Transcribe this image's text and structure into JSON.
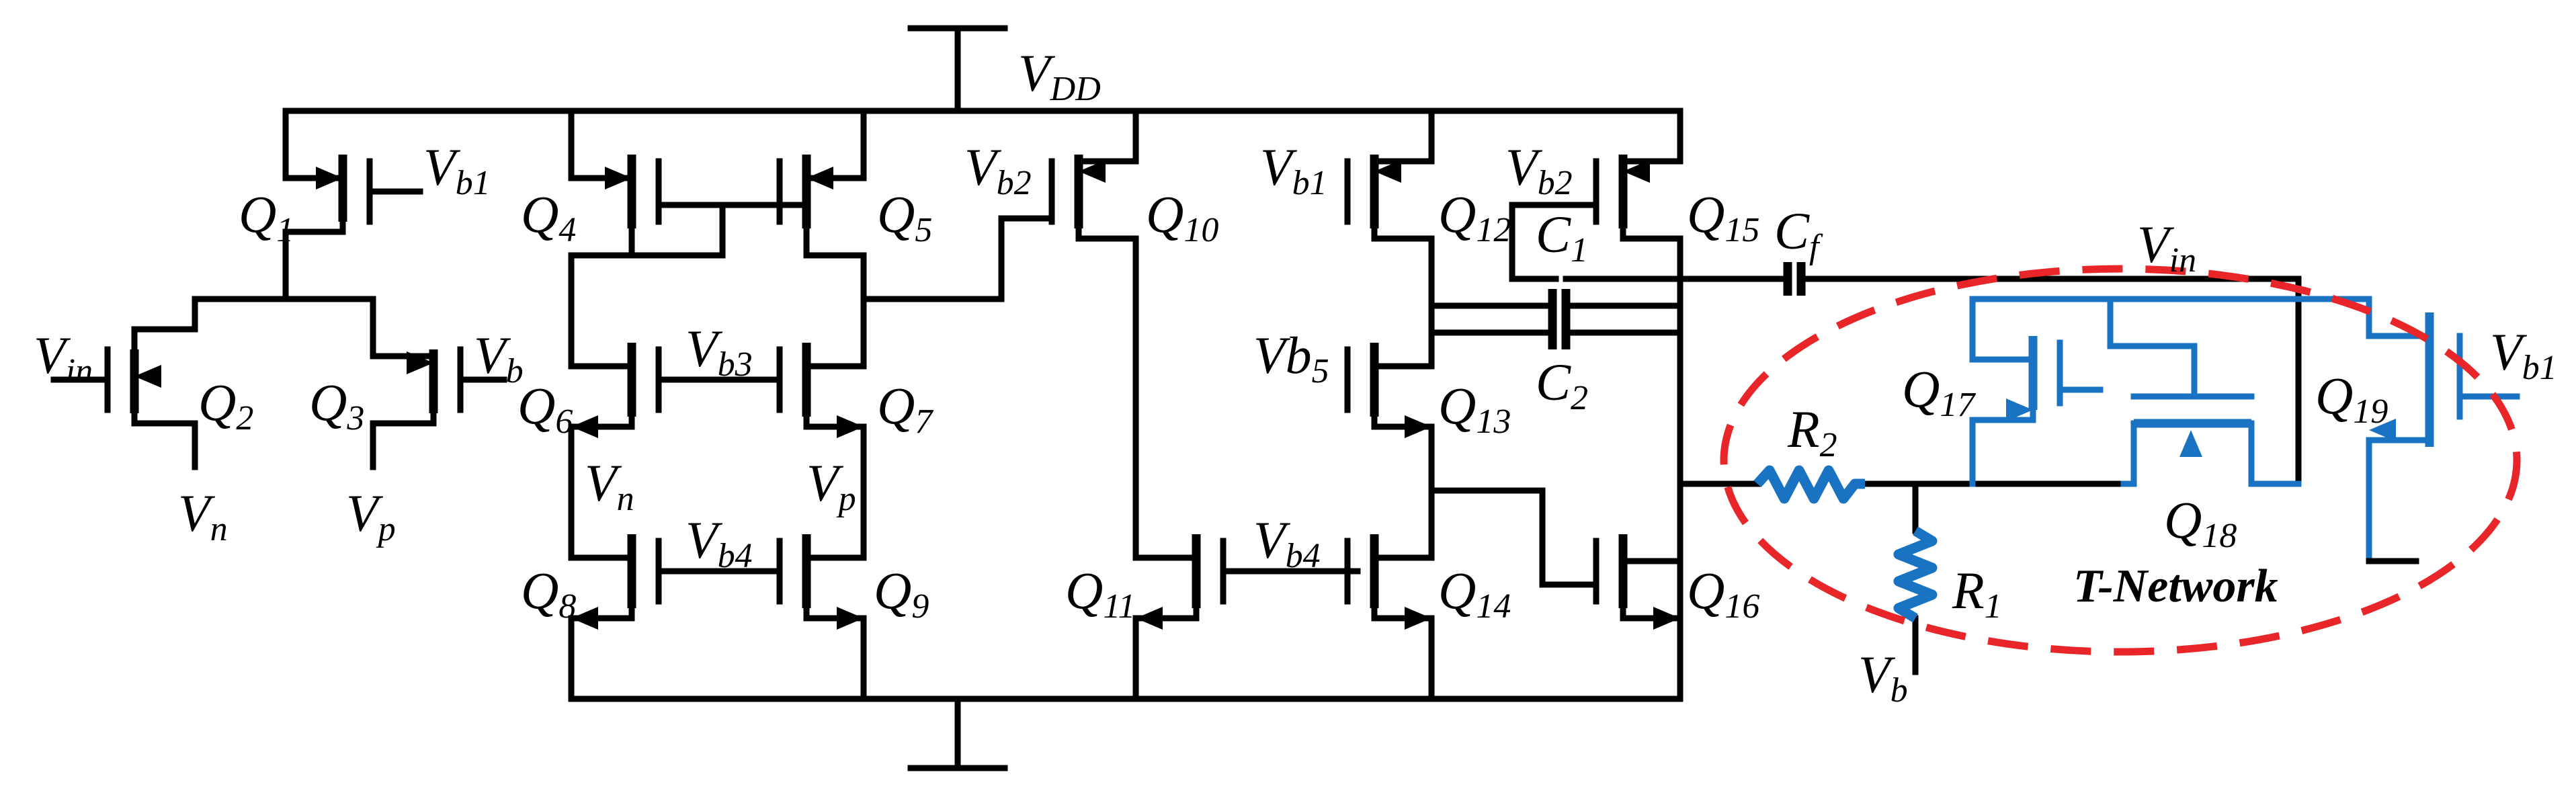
{
  "supply": {
    "vdd": {
      "main": "V",
      "sub": "DD"
    }
  },
  "transistors": [
    {
      "id": "q1",
      "main": "Q",
      "sub": "1"
    },
    {
      "id": "q2",
      "main": "Q",
      "sub": "2"
    },
    {
      "id": "q3",
      "main": "Q",
      "sub": "3"
    },
    {
      "id": "q4",
      "main": "Q",
      "sub": "4"
    },
    {
      "id": "q5",
      "main": "Q",
      "sub": "5"
    },
    {
      "id": "q6",
      "main": "Q",
      "sub": "6"
    },
    {
      "id": "q7",
      "main": "Q",
      "sub": "7"
    },
    {
      "id": "q8",
      "main": "Q",
      "sub": "8"
    },
    {
      "id": "q9",
      "main": "Q",
      "sub": "9"
    },
    {
      "id": "q10",
      "main": "Q",
      "sub": "10"
    },
    {
      "id": "q11",
      "main": "Q",
      "sub": "11"
    },
    {
      "id": "q12",
      "main": "Q",
      "sub": "12"
    },
    {
      "id": "q13",
      "main": "Q",
      "sub": "13"
    },
    {
      "id": "q14",
      "main": "Q",
      "sub": "14"
    },
    {
      "id": "q15",
      "main": "Q",
      "sub": "15"
    },
    {
      "id": "q16",
      "main": "Q",
      "sub": "16"
    },
    {
      "id": "q17",
      "main": "Q",
      "sub": "17"
    },
    {
      "id": "q18",
      "main": "Q",
      "sub": "18"
    },
    {
      "id": "q19",
      "main": "Q",
      "sub": "19"
    }
  ],
  "nodes": [
    {
      "id": "vb1-q1",
      "main": "V",
      "sub": "b1"
    },
    {
      "id": "vin-q2",
      "main": "V",
      "sub": "in"
    },
    {
      "id": "vb-q3",
      "main": "V",
      "sub": "b"
    },
    {
      "id": "vn-out",
      "main": "V",
      "sub": "n"
    },
    {
      "id": "vp-out",
      "main": "V",
      "sub": "p"
    },
    {
      "id": "vb3",
      "main": "V",
      "sub": "b3"
    },
    {
      "id": "vn-mid",
      "main": "V",
      "sub": "n"
    },
    {
      "id": "vp-mid",
      "main": "V",
      "sub": "p"
    },
    {
      "id": "vb4-left",
      "main": "V",
      "sub": "b4"
    },
    {
      "id": "vb2-q10",
      "main": "V",
      "sub": "b2"
    },
    {
      "id": "vb4-right",
      "main": "V",
      "sub": "b4"
    },
    {
      "id": "vb1-q12",
      "main": "V",
      "sub": "b1"
    },
    {
      "id": "vb5-q13",
      "main": "Vb",
      "sub": "5"
    },
    {
      "id": "vb2-q15",
      "main": "V",
      "sub": "b2"
    },
    {
      "id": "vin-tnet",
      "main": "V",
      "sub": "in"
    },
    {
      "id": "vb1-q19",
      "main": "V",
      "sub": "b1"
    },
    {
      "id": "vb-r1",
      "main": "V",
      "sub": "b"
    }
  ],
  "passives": [
    {
      "id": "c1",
      "main": "C",
      "sub": "1"
    },
    {
      "id": "c2",
      "main": "C",
      "sub": "2"
    },
    {
      "id": "cf",
      "main": "C",
      "sub": "f"
    },
    {
      "id": "r1",
      "main": "R",
      "sub": "1"
    },
    {
      "id": "r2",
      "main": "R",
      "sub": "2"
    }
  ],
  "highlight": {
    "label": "T-Network",
    "outline_color": "#e8262a",
    "component_color": "#1a73c2"
  }
}
